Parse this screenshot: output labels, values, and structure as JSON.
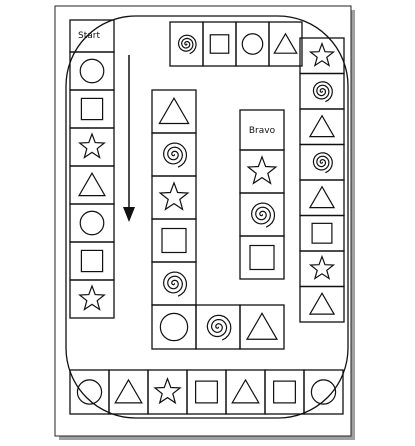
{
  "board": {
    "start_label": "Start",
    "finish_label": "Bravo",
    "colors": {
      "ink": "#111111",
      "paper": "#ffffff",
      "shadow": "#9a9a9a"
    }
  },
  "path_symbols": {
    "left_column": [
      "circle",
      "square",
      "star",
      "triangle",
      "circle",
      "square",
      "star"
    ],
    "bottom_ring": [
      "circle",
      "triangle",
      "star",
      "square",
      "triangle",
      "square",
      "circle"
    ],
    "right_column": [
      "star",
      "spiral",
      "triangle",
      "spiral",
      "triangle",
      "square",
      "star",
      "triangle"
    ],
    "top_ring": [
      "spiral",
      "square",
      "circle",
      "triangle"
    ],
    "inner_left_column": [
      "triangle",
      "spiral",
      "star",
      "square",
      "spiral"
    ],
    "inner_bottom": [
      "circle",
      "spiral",
      "triangle"
    ],
    "inner_right_column": [
      "star",
      "spiral",
      "square"
    ]
  }
}
